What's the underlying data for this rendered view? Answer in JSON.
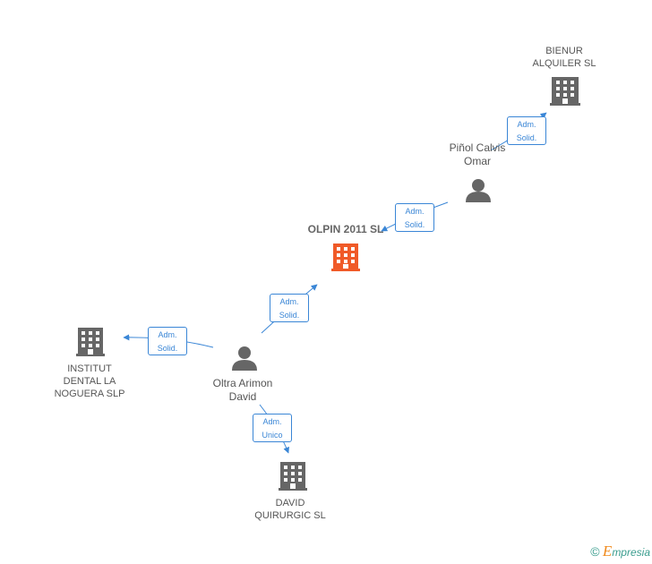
{
  "nodes": {
    "bienur": {
      "line1": "BIENUR",
      "line2": "ALQUILER SL"
    },
    "pinol": {
      "line1": "Piñol Calvis",
      "line2": "Omar"
    },
    "olpin": {
      "line1": "OLPIN 2011 SL"
    },
    "institut": {
      "line1": "INSTITUT",
      "line2": "DENTAL LA",
      "line3": "NOGUERA  SLP"
    },
    "oltra": {
      "line1": "Oltra Arimon",
      "line2": "David"
    },
    "david": {
      "line1": "DAVID",
      "line2": "QUIRURGIC SL"
    }
  },
  "edges": {
    "pinol_bienur": {
      "line1": "Adm.",
      "line2": "Solid."
    },
    "pinol_olpin": {
      "line1": "Adm.",
      "line2": "Solid."
    },
    "oltra_olpin": {
      "line1": "Adm.",
      "line2": "Solid."
    },
    "oltra_institut": {
      "line1": "Adm.",
      "line2": "Solid."
    },
    "oltra_david": {
      "line1": "Adm.",
      "line2": "Unico"
    }
  },
  "colors": {
    "edge": "#3a86d6",
    "company": "#666666",
    "main_company": "#f05a28",
    "person": "#666666"
  },
  "brand": {
    "copyright": "©",
    "e": "E",
    "rest": "mpresia"
  }
}
